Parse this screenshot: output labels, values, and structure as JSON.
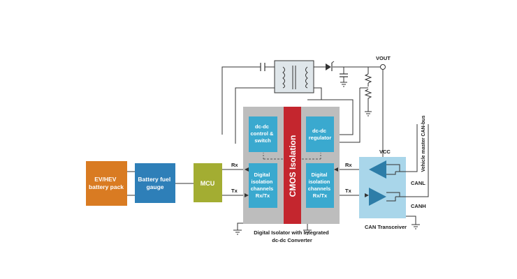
{
  "blocks": {
    "battery_pack": [
      "EV/HEV",
      "battery pack"
    ],
    "fuel_gauge": [
      "Battery fuel",
      "gauge"
    ],
    "mcu": "MCU",
    "dcdc_control": [
      "dc-dc",
      "control &",
      "switch"
    ],
    "dcdc_regulator": [
      "dc-dc",
      "regulator"
    ],
    "iso_left": [
      "Digital",
      "isolation",
      "channels",
      "Rx/Tx"
    ],
    "iso_right": [
      "Digital",
      "isolation",
      "channels",
      "Rx/Tx"
    ],
    "isolation_barrier": "CMOS Isolation"
  },
  "labels": {
    "vout": "VOUT",
    "vcc": "VCC",
    "rx_left": "Rx",
    "tx_left": "Tx",
    "rx_right": "Rx",
    "tx_right": "Tx",
    "canl": "CANL",
    "canh": "CANH",
    "can_bus": "Vehicle master CAN-bus",
    "can_transceiver": "CAN Transceiver",
    "isolator_caption": [
      "Digital Isolator with Integrated",
      "dc-dc Converter"
    ]
  },
  "colors": {
    "battery": "#d97b22",
    "gauge": "#2e7fb8",
    "mcu": "#a3ad32",
    "chip_body": "#bdbdbd",
    "inner_block": "#3aa9cf",
    "barrier": "#c4262e",
    "transceiver": "#a9d6ea",
    "transceiver_amp": "#2d7da8"
  }
}
